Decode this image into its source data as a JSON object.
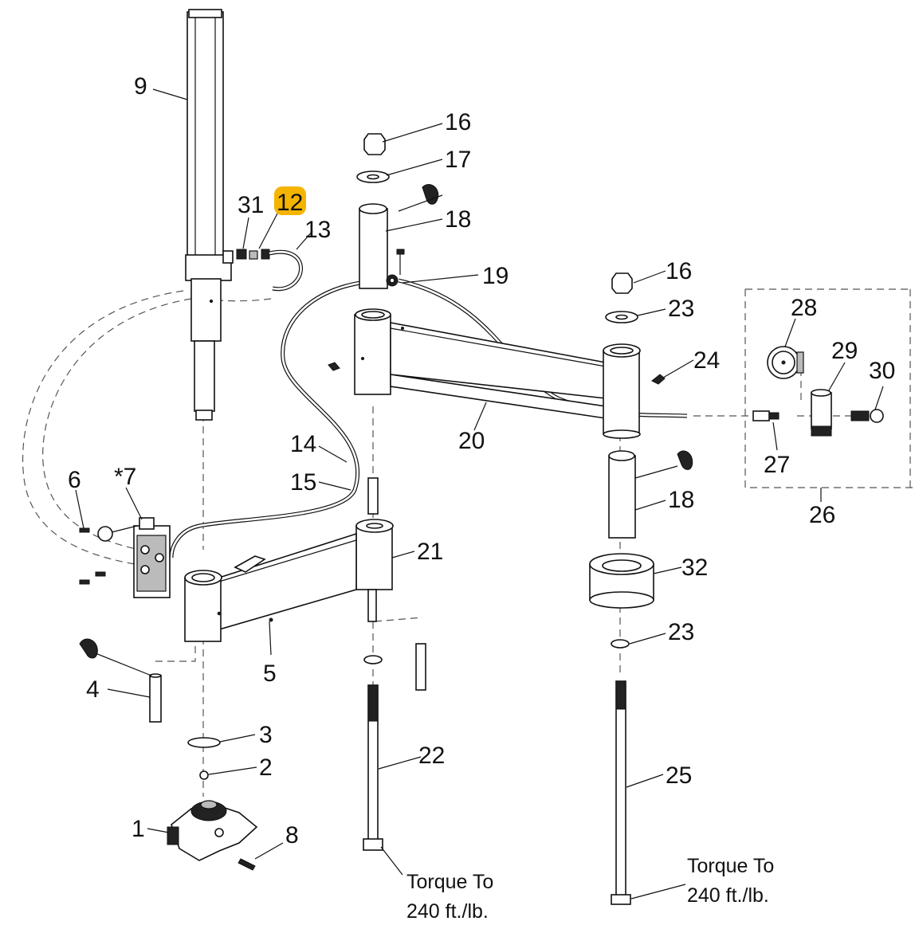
{
  "colors": {
    "highlight": "#f4b400",
    "line": "#111111",
    "dashed": "#555555"
  },
  "labels": {
    "p1": "1",
    "p2": "2",
    "p3": "3",
    "p4": "4",
    "p5": "5",
    "p6": "6",
    "p7": "*7",
    "p8": "8",
    "p9": "9",
    "p12": "12",
    "p13": "13",
    "p14": "14",
    "p15": "15",
    "p16a": "16",
    "p16b": "16",
    "p17": "17",
    "p18a": "18",
    "p18b": "18",
    "p19": "19",
    "p20": "20",
    "p21": "21",
    "p22": "22",
    "p23a": "23",
    "p23b": "23",
    "p24": "24",
    "p25": "25",
    "p26": "26",
    "p27": "27",
    "p28": "28",
    "p29": "29",
    "p30": "30",
    "p31": "31",
    "p32": "32"
  },
  "notes": {
    "torque_left_line1": "Torque To",
    "torque_left_line2": "240 ft./lb.",
    "torque_right_line1": "Torque To",
    "torque_right_line2": "240 ft./lb."
  },
  "highlighted_part": "12"
}
